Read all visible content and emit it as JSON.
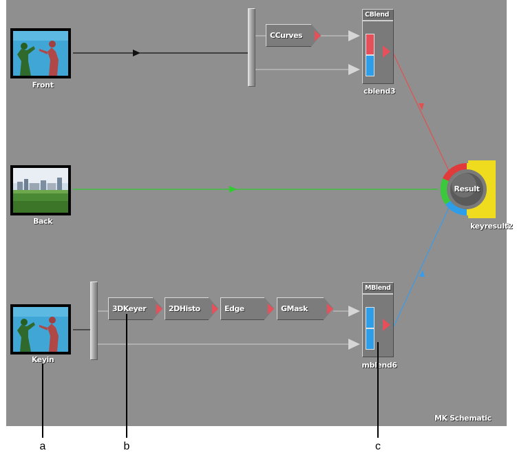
{
  "schematic": {
    "watermark": "MK Schematic",
    "sources": [
      {
        "id": "front",
        "label": "Front"
      },
      {
        "id": "back",
        "label": "Back"
      },
      {
        "id": "keyin",
        "label": "Keyin"
      }
    ],
    "nodes": {
      "ccurves": "CCurves",
      "keyer3d": "3DKeyer",
      "histo2d": "2DHisto",
      "edge": "Edge",
      "gmask": "GMask"
    },
    "blends": {
      "cblend": {
        "title": "CBlend",
        "name": "cblend3"
      },
      "mblend": {
        "title": "MBlend",
        "name": "mblend6"
      }
    },
    "result": {
      "label": "Result",
      "name": "keyresult2"
    }
  },
  "callouts": [
    "a",
    "b",
    "c"
  ],
  "colors": {
    "background": "#8f8f8f",
    "link_front": "#000000",
    "link_back": "#2ecc2e",
    "link_cblend": "#e05050",
    "link_mblend": "#3a9be8",
    "port_red": "#e6505a",
    "port_blue": "#2e9ee8",
    "ring_red": "#e03a3a",
    "ring_green": "#3cc83c",
    "ring_blue": "#2e9ee8",
    "ring_yellow": "#f0dc1e"
  }
}
